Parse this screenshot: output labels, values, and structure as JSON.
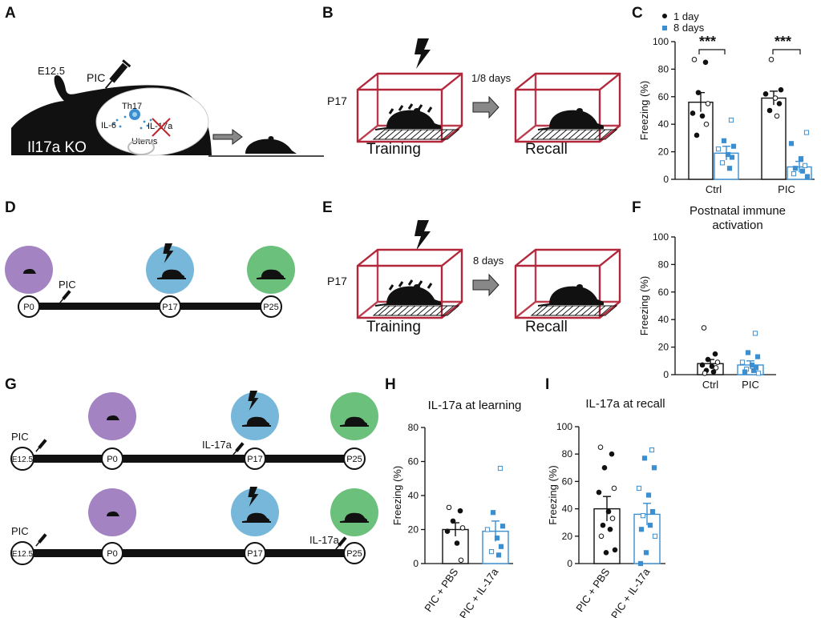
{
  "panels": {
    "A": {
      "label": "A",
      "age": "E12.5",
      "injection": "PIC",
      "cytokines": [
        "Th17",
        "IL-6",
        "IL-17a"
      ],
      "organ": "Uterus",
      "genotype": "Il17a KO"
    },
    "B": {
      "label": "B",
      "age": "P17",
      "interval": "1/8 days",
      "stage_1": "Training",
      "stage_2": "Recall"
    },
    "C": {
      "label": "C",
      "legend": [
        "1 day",
        "8 days"
      ],
      "significance": [
        "***",
        "***"
      ]
    },
    "D": {
      "label": "D",
      "injection": "PIC",
      "timepoints": [
        "P0",
        "P17",
        "P25"
      ]
    },
    "E": {
      "label": "E",
      "age": "P17",
      "interval": "8 days",
      "stage_1": "Training",
      "stage_2": "Recall"
    },
    "F": {
      "label": "F",
      "title_line1": "Postnatal immune",
      "title_line2": "activation"
    },
    "G": {
      "label": "G",
      "injection": "PIC",
      "treatment": "IL-17a",
      "timepoints": [
        "E12.5",
        "P0",
        "P17",
        "P25"
      ]
    },
    "H": {
      "label": "H",
      "title": "IL-17a at learning"
    },
    "I": {
      "label": "I",
      "title": "IL-17a at recall"
    }
  },
  "colors": {
    "cage_red": "#b3273a",
    "blue": "#3b8fd1",
    "purple": "#a383c1",
    "light_blue": "#77b7da",
    "green": "#6bc07c"
  },
  "chart_data": [
    {
      "id": "C",
      "type": "bar",
      "ylabel": "Freezing (%)",
      "ylim": [
        0,
        100
      ],
      "yticks": [
        0,
        20,
        40,
        60,
        80,
        100
      ],
      "categories": [
        "Ctrl",
        "PIC"
      ],
      "series": [
        {
          "name": "1 day",
          "values": [
            56,
            59
          ],
          "errors": [
            7,
            5
          ],
          "points": [
            [
              87,
              85,
              63,
              55,
              48,
              46,
              40,
              32
            ],
            [
              87,
              65,
              62,
              59,
              55,
              50,
              46
            ]
          ]
        },
        {
          "name": "8 days",
          "values": [
            19,
            9
          ],
          "errors": [
            5,
            4
          ],
          "points": [
            [
              43,
              28,
              24,
              22,
              18,
              16,
              12,
              8
            ],
            [
              34,
              26,
              15,
              10,
              8,
              6,
              4,
              2
            ]
          ]
        }
      ]
    },
    {
      "id": "F",
      "type": "bar",
      "ylabel": "Freezing (%)",
      "ylim": [
        0,
        100
      ],
      "yticks": [
        0,
        20,
        40,
        60,
        80,
        100
      ],
      "categories": [
        "Ctrl",
        "PIC"
      ],
      "values": [
        8,
        7
      ],
      "errors": [
        3,
        3
      ],
      "points": [
        [
          34,
          15,
          11,
          9,
          7,
          6,
          5,
          3,
          2,
          1
        ],
        [
          30,
          16,
          13,
          9,
          7,
          5,
          4,
          3,
          2,
          1
        ]
      ]
    },
    {
      "id": "H",
      "type": "bar",
      "ylabel": "Freezing (%)",
      "ylim": [
        0,
        80
      ],
      "yticks": [
        0,
        20,
        40,
        60,
        80
      ],
      "categories": [
        "PIC + PBS",
        "PIC + IL-17a"
      ],
      "values": [
        20,
        19
      ],
      "errors": [
        4,
        6
      ],
      "points": [
        [
          33,
          31,
          25,
          21,
          19,
          12,
          2
        ],
        [
          56,
          30,
          22,
          20,
          15,
          10,
          7,
          5
        ]
      ]
    },
    {
      "id": "I",
      "type": "bar",
      "ylabel": "Freezing (%)",
      "ylim": [
        0,
        100
      ],
      "yticks": [
        0,
        20,
        40,
        60,
        80,
        100
      ],
      "categories": [
        "PIC + PBS",
        "PIC + IL-17a"
      ],
      "values": [
        40,
        36
      ],
      "errors": [
        9,
        8
      ],
      "points": [
        [
          85,
          80,
          70,
          55,
          52,
          38,
          33,
          28,
          25,
          20,
          10,
          8
        ],
        [
          83,
          77,
          70,
          55,
          50,
          38,
          35,
          28,
          25,
          20,
          8,
          0
        ]
      ]
    }
  ]
}
